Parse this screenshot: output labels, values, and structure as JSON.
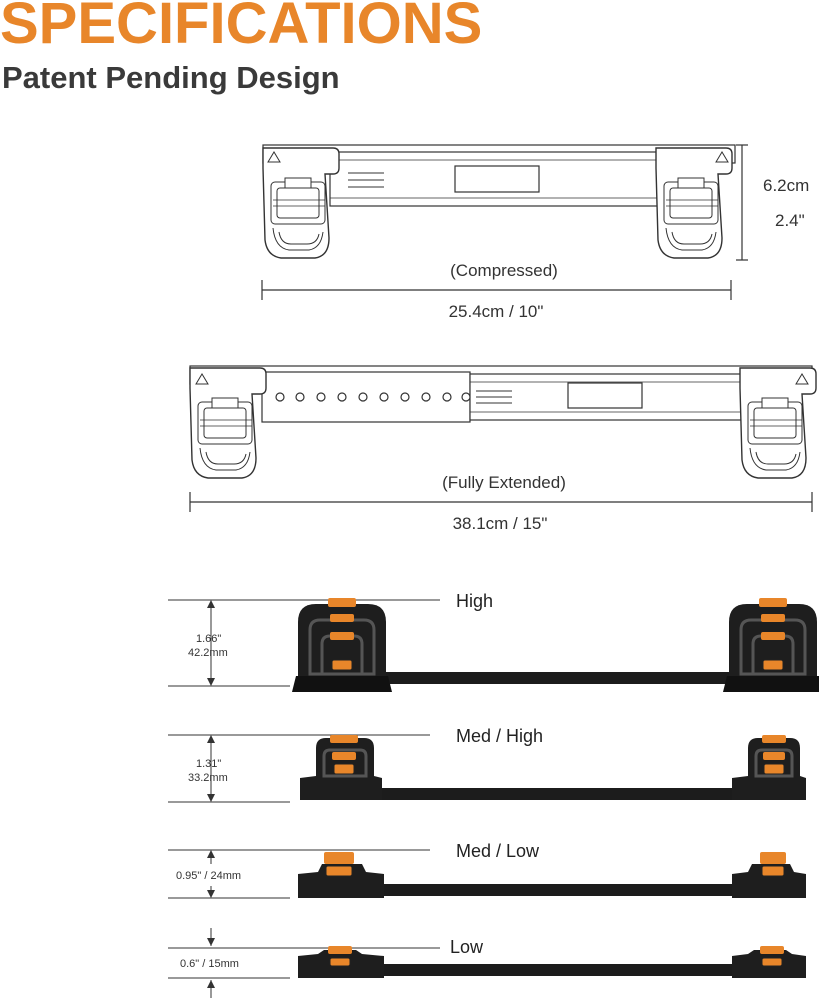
{
  "header": {
    "title": "SPECIFICATIONS",
    "subtitle": "Patent Pending Design"
  },
  "colors": {
    "accent": "#e8862a",
    "body": "#1c1c1c",
    "line": "#333333"
  },
  "compressed": {
    "height_cm": "6.2cm",
    "height_in": "2.4\"",
    "state_label": "(Compressed)",
    "length": "25.4cm / 10\""
  },
  "extended": {
    "state_label": "(Fully Extended)",
    "length": "38.1cm / 15\""
  },
  "levels": [
    {
      "name": "High",
      "dim_line1": "1.66\"",
      "dim_line2": "42.2mm"
    },
    {
      "name": "Med / High",
      "dim_line1": "1.31\"",
      "dim_line2": "33.2mm"
    },
    {
      "name": "Med / Low",
      "dim_line1": "0.95\" / 24mm",
      "dim_line2": ""
    },
    {
      "name": "Low",
      "dim_line1": "0.6\" / 15mm",
      "dim_line2": ""
    }
  ]
}
